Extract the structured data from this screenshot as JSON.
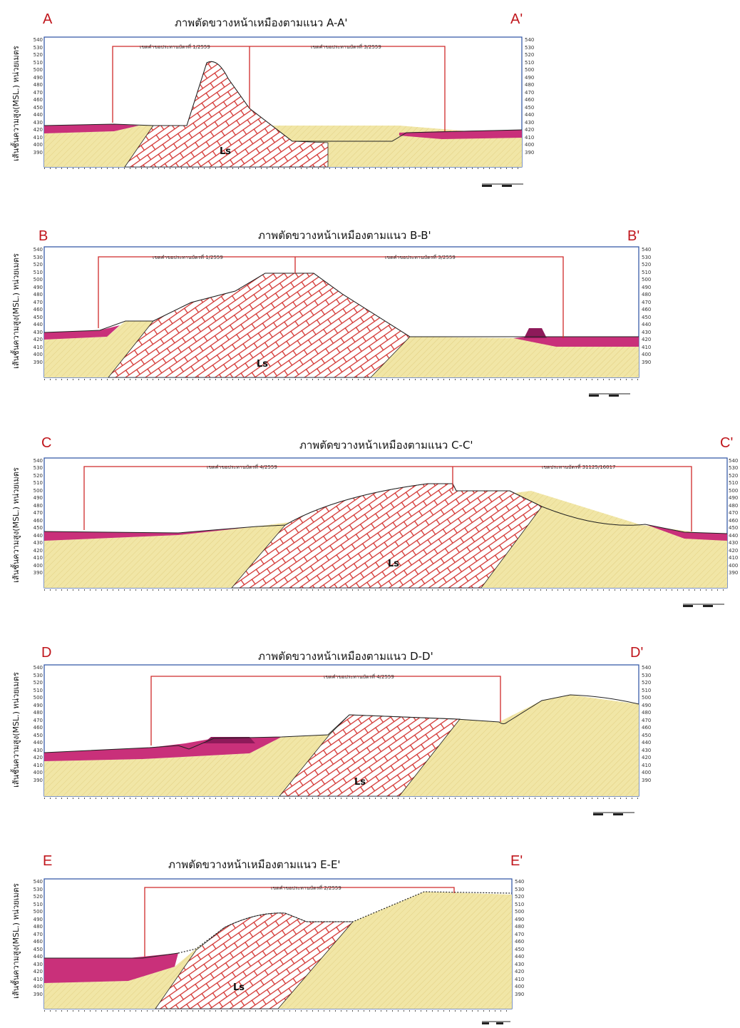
{
  "colors": {
    "soil": "#f1e6a6",
    "soil_hatch": "#e2cf82",
    "topsoil": "#c9307a",
    "topsoil_dark": "#8e1a5a",
    "limestone_line": "#d2302d",
    "boundary_line": "#cf2a2a",
    "frame": "#2a4fa2"
  },
  "ylabel": "เส้นชั้นความสูง(MSL.) หน่วยเมตร",
  "rock_label": "Ls",
  "sections": [
    {
      "id": "A",
      "letter_left": "A",
      "letter_right": "A'",
      "title": "ภาพตัดขวางหน้าเหมืองตามแนว A-A'",
      "ticks": [
        "540",
        "530",
        "520",
        "510",
        "500",
        "490",
        "480",
        "470",
        "460",
        "450",
        "440",
        "430",
        "420",
        "410",
        "400",
        "390"
      ],
      "boundaries": [
        "เขตคำขอประทานบัตรที่ 1/2559",
        "เขตคำขอประทานบัตรที่ 3/2559"
      ]
    },
    {
      "id": "B",
      "letter_left": "B",
      "letter_right": "B'",
      "title": "ภาพตัดขวางหน้าเหมืองตามแนว B-B'",
      "ticks": [
        "540",
        "530",
        "520",
        "510",
        "500",
        "490",
        "480",
        "470",
        "460",
        "450",
        "440",
        "430",
        "420",
        "410",
        "400",
        "390"
      ],
      "boundaries": [
        "เขตคำขอประทานบัตรที่ 1/2559",
        "เขตคำขอประทานบัตรที่ 3/2559"
      ]
    },
    {
      "id": "C",
      "letter_left": "C",
      "letter_right": "C'",
      "title": "ภาพตัดขวางหน้าเหมืองตามแนว C-C'",
      "ticks": [
        "540",
        "530",
        "520",
        "510",
        "500",
        "490",
        "480",
        "470",
        "460",
        "450",
        "440",
        "430",
        "420",
        "410",
        "400",
        "390"
      ],
      "boundaries": [
        "เขตคำขอประทานบัตรที่ 4/2559",
        "เขตประทานบัตรที่ 31125/16017"
      ]
    },
    {
      "id": "D",
      "letter_left": "D",
      "letter_right": "D'",
      "title": "ภาพตัดขวางหน้าเหมืองตามแนว D-D'",
      "ticks": [
        "540",
        "530",
        "520",
        "510",
        "500",
        "490",
        "480",
        "470",
        "460",
        "450",
        "440",
        "430",
        "420",
        "410",
        "400",
        "390"
      ],
      "boundaries": [
        "เขตคำขอประทานบัตรที่ 4/2559"
      ]
    },
    {
      "id": "E",
      "letter_left": "E",
      "letter_right": "E'",
      "title": "ภาพตัดขวางหน้าเหมืองตามแนว E-E'",
      "ticks": [
        "540",
        "530",
        "520",
        "510",
        "500",
        "490",
        "480",
        "470",
        "460",
        "450",
        "440",
        "430",
        "420",
        "410",
        "400",
        "390"
      ],
      "boundaries": [
        "เขตคำขอประทานบัตรที่ 2/2559"
      ]
    }
  ]
}
